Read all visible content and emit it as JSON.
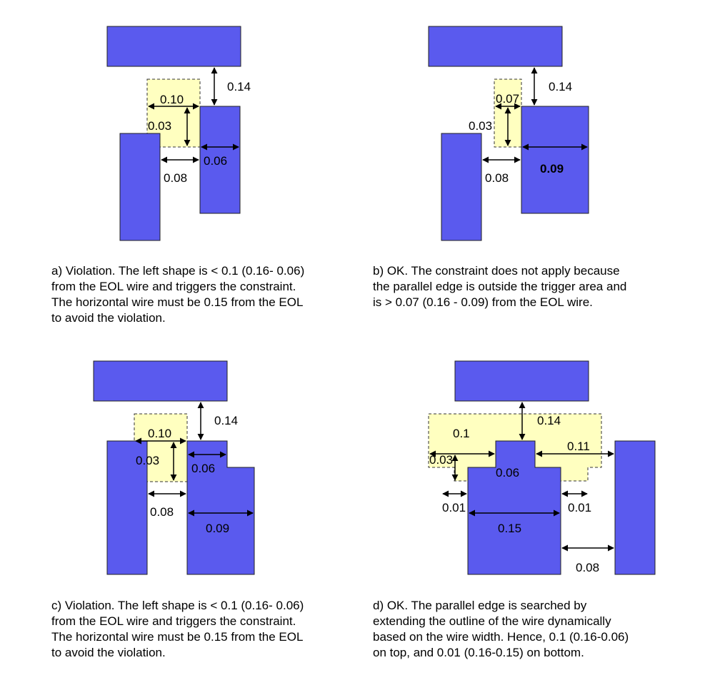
{
  "panels": {
    "a": {
      "labels": {
        "top_gap": "0.14",
        "trigger_width": "0.10",
        "trigger_height": "0.03",
        "wire_width": "0.06",
        "left_spacing": "0.08"
      },
      "caption": [
        "a) Violation. The left shape is < 0.1 (0.16- 0.06)",
        "from the EOL wire and triggers the constraint.",
        "The horizontal wire must be 0.15 from the EOL",
        "to avoid the violation."
      ]
    },
    "b": {
      "labels": {
        "top_gap": "0.14",
        "trigger_width": "0.07",
        "trigger_height": "0.03",
        "wire_width": "0.09",
        "left_spacing": "0.08"
      },
      "caption": [
        "b) OK. The constraint does not apply because",
        "the parallel edge is outside the trigger area and",
        "is > 0.07 (0.16 - 0.09) from the EOL wire."
      ]
    },
    "c": {
      "labels": {
        "top_gap": "0.14",
        "trigger_width": "0.10",
        "trigger_height": "0.03",
        "wire_width": "0.06",
        "left_spacing": "0.08",
        "lower_width": "0.09"
      },
      "caption": [
        "c) Violation. The left shape is < 0.1 (0.16- 0.06)",
        "from the EOL wire and triggers the constraint.",
        "The horizontal wire must be 0.15 from the EOL",
        "to avoid the violation."
      ]
    },
    "d": {
      "labels": {
        "top_gap": "0.14",
        "left_width": "0.1",
        "right_width": "0.11",
        "trigger_height": "0.03",
        "wire_width": "0.06",
        "left_small": "0.01",
        "right_small": "0.01",
        "lower_width": "0.15",
        "right_spacing": "0.08"
      },
      "caption": [
        "d) OK. The parallel edge is searched by",
        "extending the outline of the wire dynamically",
        "based on the wire width. Hence, 0.1 (0.16-0.06)",
        "on top, and 0.01 (0.16-0.15) on bottom."
      ]
    }
  },
  "colors": {
    "wire": "#5a5aee",
    "trigger_area": "#ffffc0",
    "outline": "#202020"
  }
}
